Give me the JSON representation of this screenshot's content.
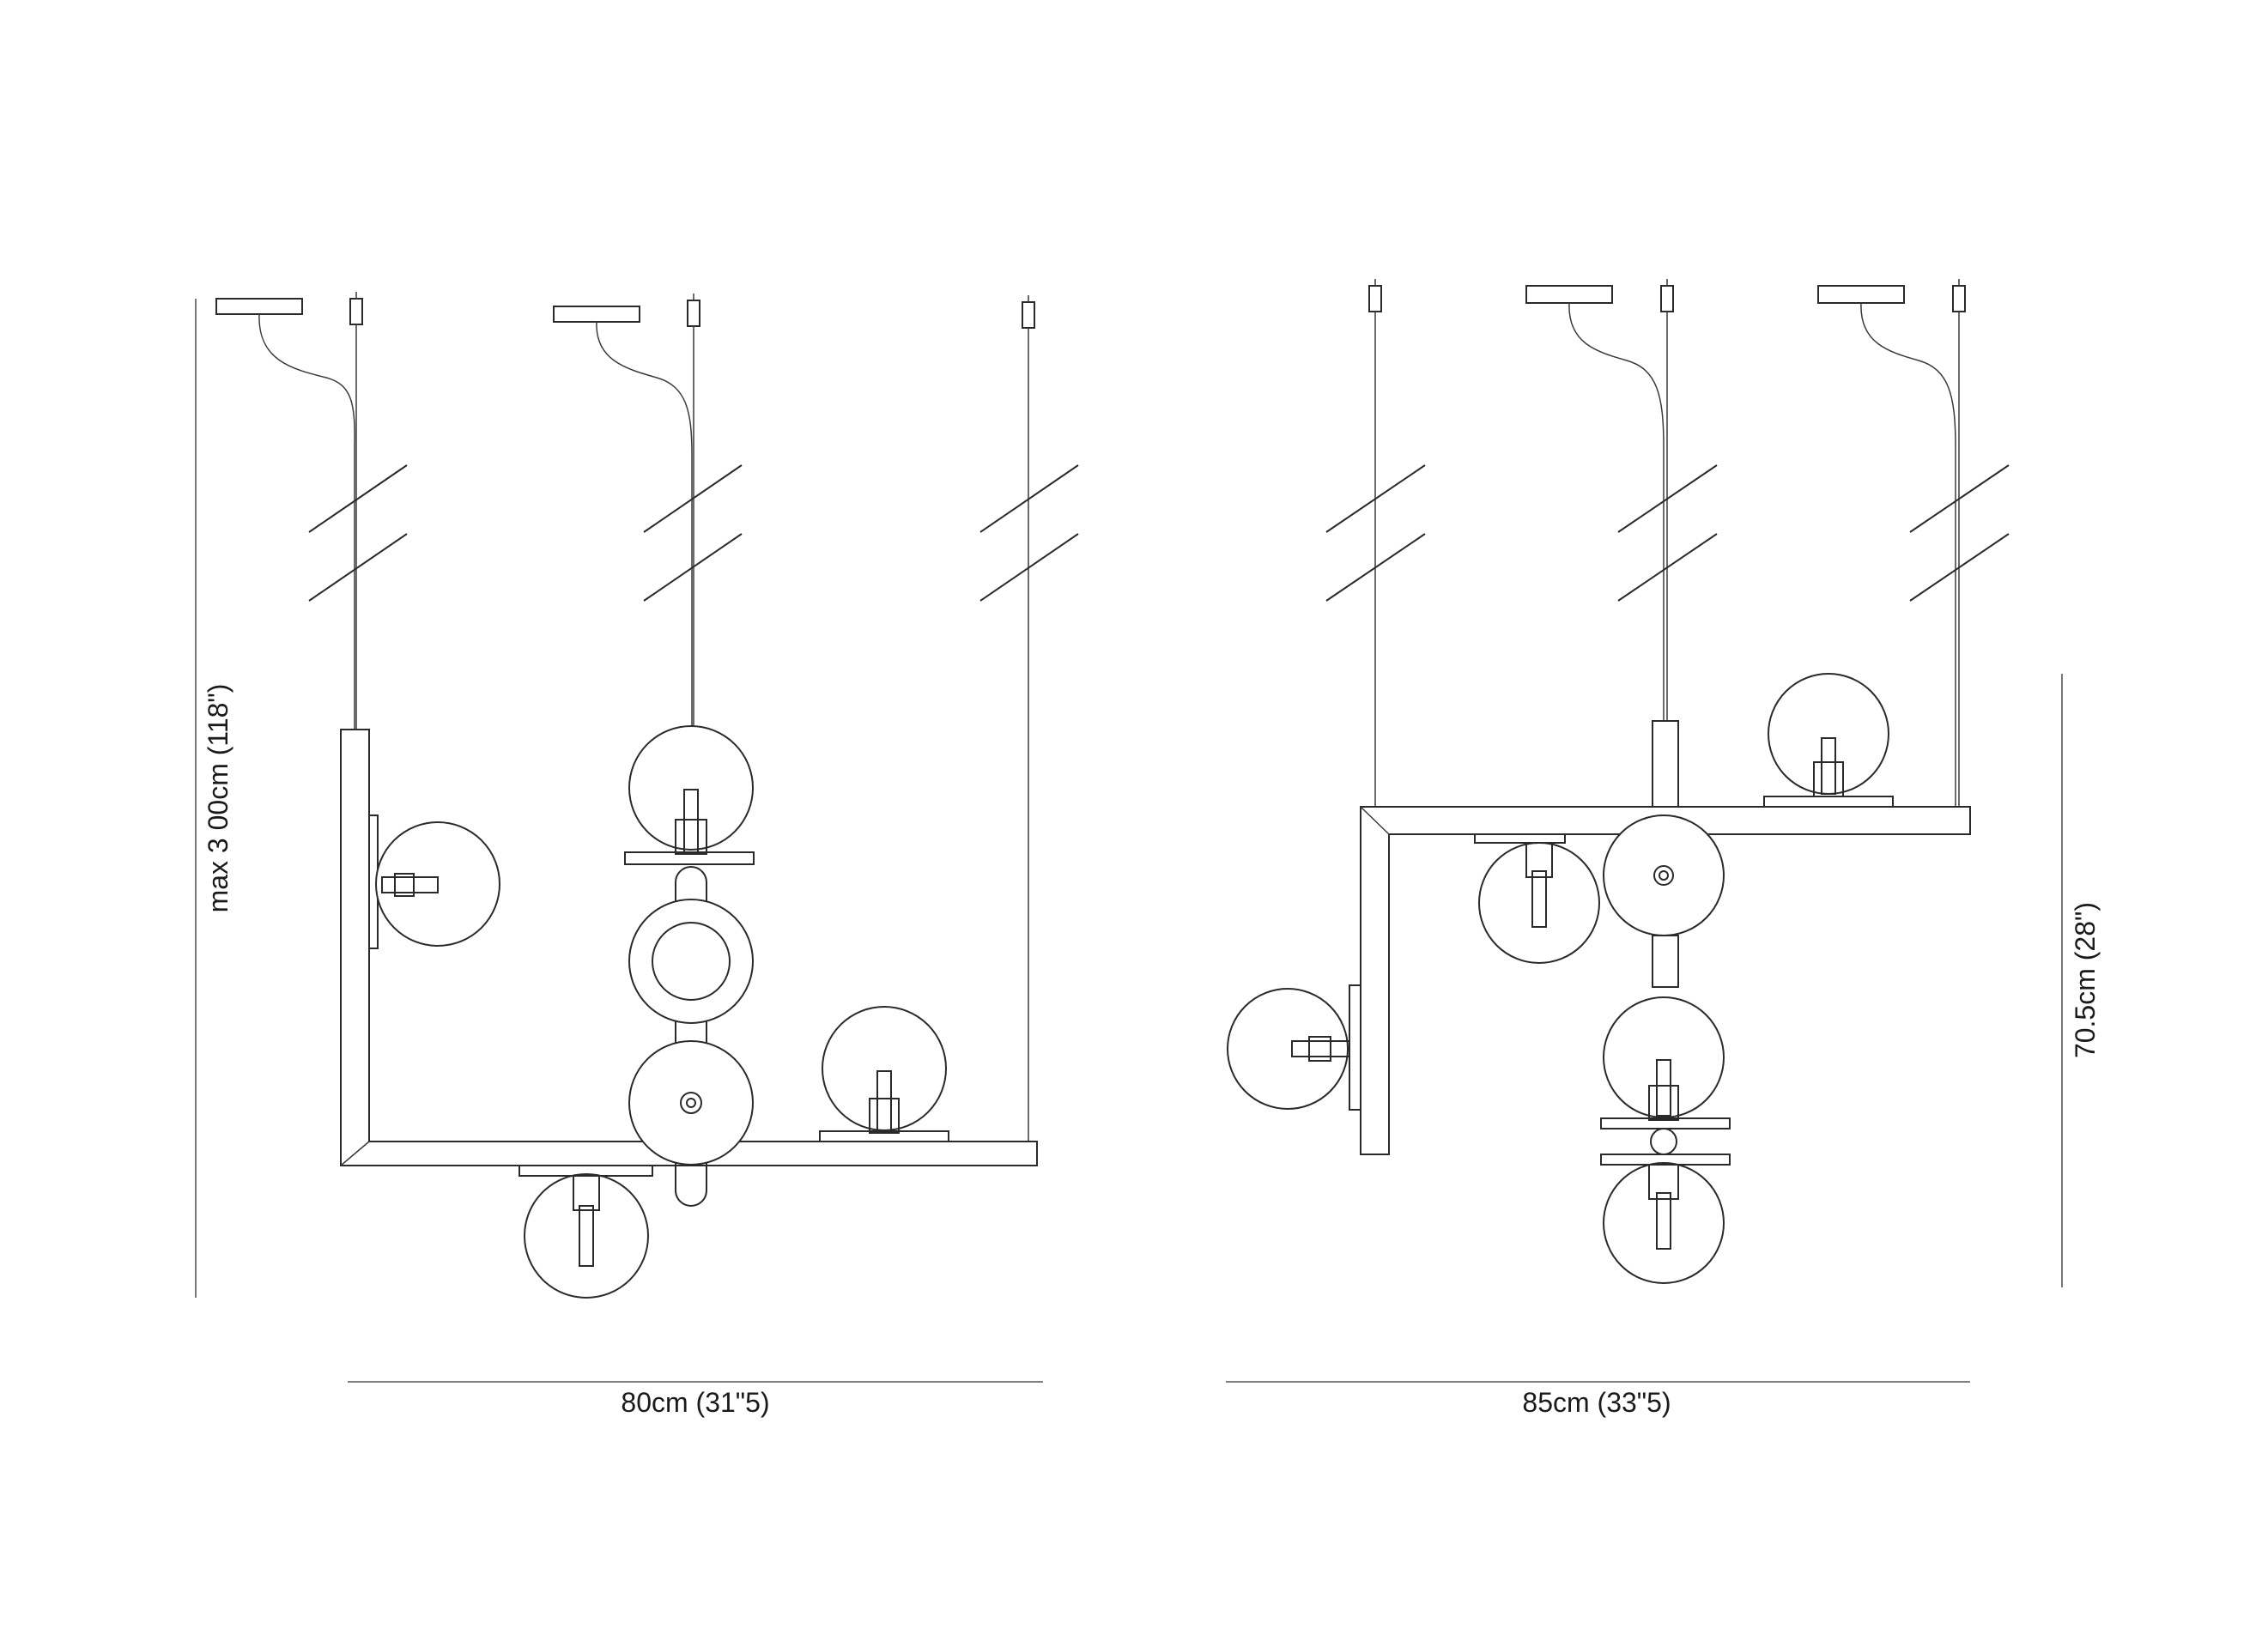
{
  "drawing": {
    "left_view": {
      "width_label": "80cm (31\"5)",
      "height_label": "max 3 00cm (118\")"
    },
    "right_view": {
      "width_label": "85cm (33\"5)",
      "height_label": "70.5cm (28\")"
    }
  },
  "colors": {
    "line": "#2a2a2a",
    "background": "#ffffff"
  }
}
